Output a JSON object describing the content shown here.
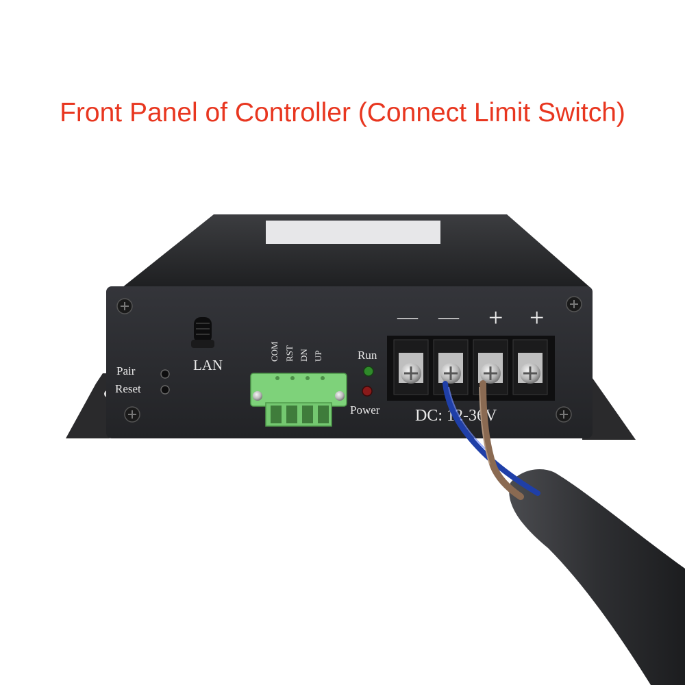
{
  "title": "Front Panel of Controller (Connect Limit Switch)",
  "labels": {
    "pair": "Pair",
    "reset": "Reset",
    "lan": "LAN",
    "run": "Run",
    "power": "Power",
    "dc": "DC: 12-36V",
    "terminal_pins": [
      "COM",
      "RST",
      "DN",
      "UP"
    ],
    "polarity": [
      "—",
      "—",
      "+",
      "+"
    ]
  },
  "colors": {
    "title": "#e8361f",
    "housing": "#2b2b2d",
    "connector": "#7ed27a",
    "led_run": "#2f8a2a",
    "led_power": "#8a1a1a",
    "wire_blue": "#1f3fa8",
    "wire_brown": "#8a6a52",
    "cable": "#3a3b3e"
  }
}
